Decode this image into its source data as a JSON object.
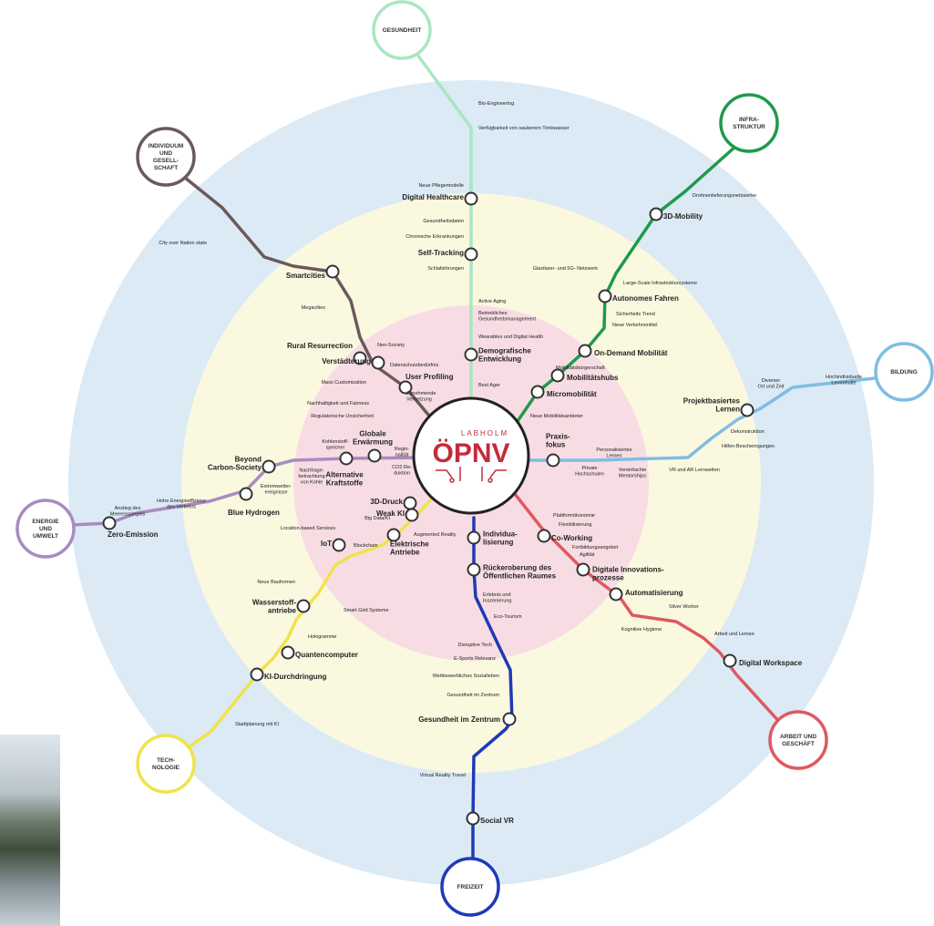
{
  "center": {
    "brand": "LABHOLM",
    "title": "ÖPNV"
  },
  "colors": {
    "outer_ring": "#dbeaf5",
    "middle_ring": "#fbf8e0",
    "inner_ring": "#f7dde3",
    "health": "#a9e6c2",
    "infra": "#1e9a4c",
    "education": "#7fbde3",
    "work": "#dd5a60",
    "leisure": "#1f3ab5",
    "tech": "#f0e34a",
    "energy": "#a88bc2",
    "individual": "#6a5a5a"
  },
  "hubs": {
    "health": "GESUNDHEIT",
    "infra": "INFRA-\nSTRUKTUR",
    "education": "BILDUNG",
    "work": "ARBEIT UND\nGESCHÄFT",
    "leisure": "FREIZEIT",
    "tech": "TECH-\nNOLOGIE",
    "energy": "ENERGIE\nUND\nUMWELT",
    "individual": "INDIVIDUUM\nUND\nGESELL-\nSCHAFT"
  },
  "lines": {
    "health": {
      "stations": [
        "Digital Healthcare",
        "Self-Tracking",
        "Demografische\nEntwicklung"
      ],
      "stops": [
        "Bio-Engineering",
        "Verfügbarkeit von sauberem Trinkwasser",
        "Neue Pflegemodelle",
        "Gesundheitsdaten",
        "Chronische Erkrankungen",
        "Schlafstörungen",
        "Active Aging",
        "Betriebliches\nGesundheitsmanagement",
        "Wearables und Digital Health",
        "Best Ager"
      ]
    },
    "infra": {
      "stations": [
        "3D-Mobility",
        "Autonomes Fahren",
        "On-Demand Mobilität",
        "Mobilitätshubs",
        "Micromobilität"
      ],
      "stops": [
        "Drohnenlieferungsnetzwerke",
        "Glasfaser- und 5G- Netzwerk",
        "Large-Scale Infrastruktursysteme",
        "Sicherheits Trend",
        "Neue Verkehrsmittel",
        "Mobilitätsbürgerschaft",
        "Neue Mobilitätsanbieter"
      ]
    },
    "education": {
      "stations": [
        "Projektbasiertes\nLernen",
        "Praxis-\nfokus"
      ],
      "stops": [
        "Diverser\nOrt und Zeit",
        "Hochindividuelle\nLerninhalte",
        "Dekonstruktion",
        "Hilfen-Bescheinigungen",
        "VR und AR Lernwelten",
        "Personalisiertes\nLernen",
        "Vereinfachte\nMentorships",
        "Private\nHochschulen"
      ]
    },
    "work": {
      "stations": [
        "Co-Working",
        "Digitale Innovations-\nprozesse",
        "Automatisierung",
        "Digital Workspace"
      ],
      "stops": [
        "Plattformökonomie",
        "Flexibilisierung",
        "Fortbildungsangebot",
        "Agilität",
        "Silver Worker",
        "Kognitive Hygiene",
        "Arbeit und Lernen"
      ]
    },
    "leisure": {
      "stations": [
        "Individua-\nlisierung",
        "Rückeroberung des\nÖffentlichen Raumes",
        "Gesundheit im Zentrum",
        "Social VR"
      ],
      "stops": [
        "Erlebnis und\nInszenierung",
        "Eco-Tourism",
        "Disruptive Tech",
        "E-Sports Relevanz",
        "Wettbewerbliches Sozialleben",
        "Gesundheit im Zentrum",
        "Virtual Reality Travel"
      ]
    },
    "tech": {
      "stations": [
        "3D-Druck",
        "Weak KI",
        "Elektrische\nAntriebe",
        "IoT",
        "Wasserstoff-\nantriebe",
        "Quantencomputer",
        "KI-Durchdringung"
      ],
      "stops": [
        "Big Data/KI",
        "Augmented Reality",
        "Location-based Services",
        "Blockchain",
        "Neue Bauformen",
        "Smart Grid Systeme",
        "Hologramme",
        "Stadtplanung mit KI"
      ]
    },
    "energy": {
      "stations": [
        "Globale\nErwärmung",
        "Alternative\nKraftstoffe",
        "Beyond\nCarbon-Society",
        "Blue Hydrogen",
        "Zero-Emission"
      ],
      "stops": [
        "Kohlenstoff-\nspeicher",
        "Regio-\nnalität",
        "CO2 Re-\nduktion",
        "Nachfrage-\nbetrachtung\nvon Kohle",
        "Extremwetter-\nereignisse",
        "Hohe Energieeffizienz\ndes Verkehrs",
        "Anstieg des\nMeeresspiegels"
      ]
    },
    "individual": {
      "stations": [
        "Smartcities",
        "Rural Resurrection",
        "Verstädterung",
        "User Profiling"
      ],
      "stops": [
        "City over Nation state",
        "Megacities",
        "Neo-Society",
        "Datenschutzbedürfnis",
        "Mass Customization",
        "Zunehmende\nVernetzung",
        "Nachhaltigkeit und Fairness",
        "Regulatorische Unsicherheit"
      ]
    }
  }
}
